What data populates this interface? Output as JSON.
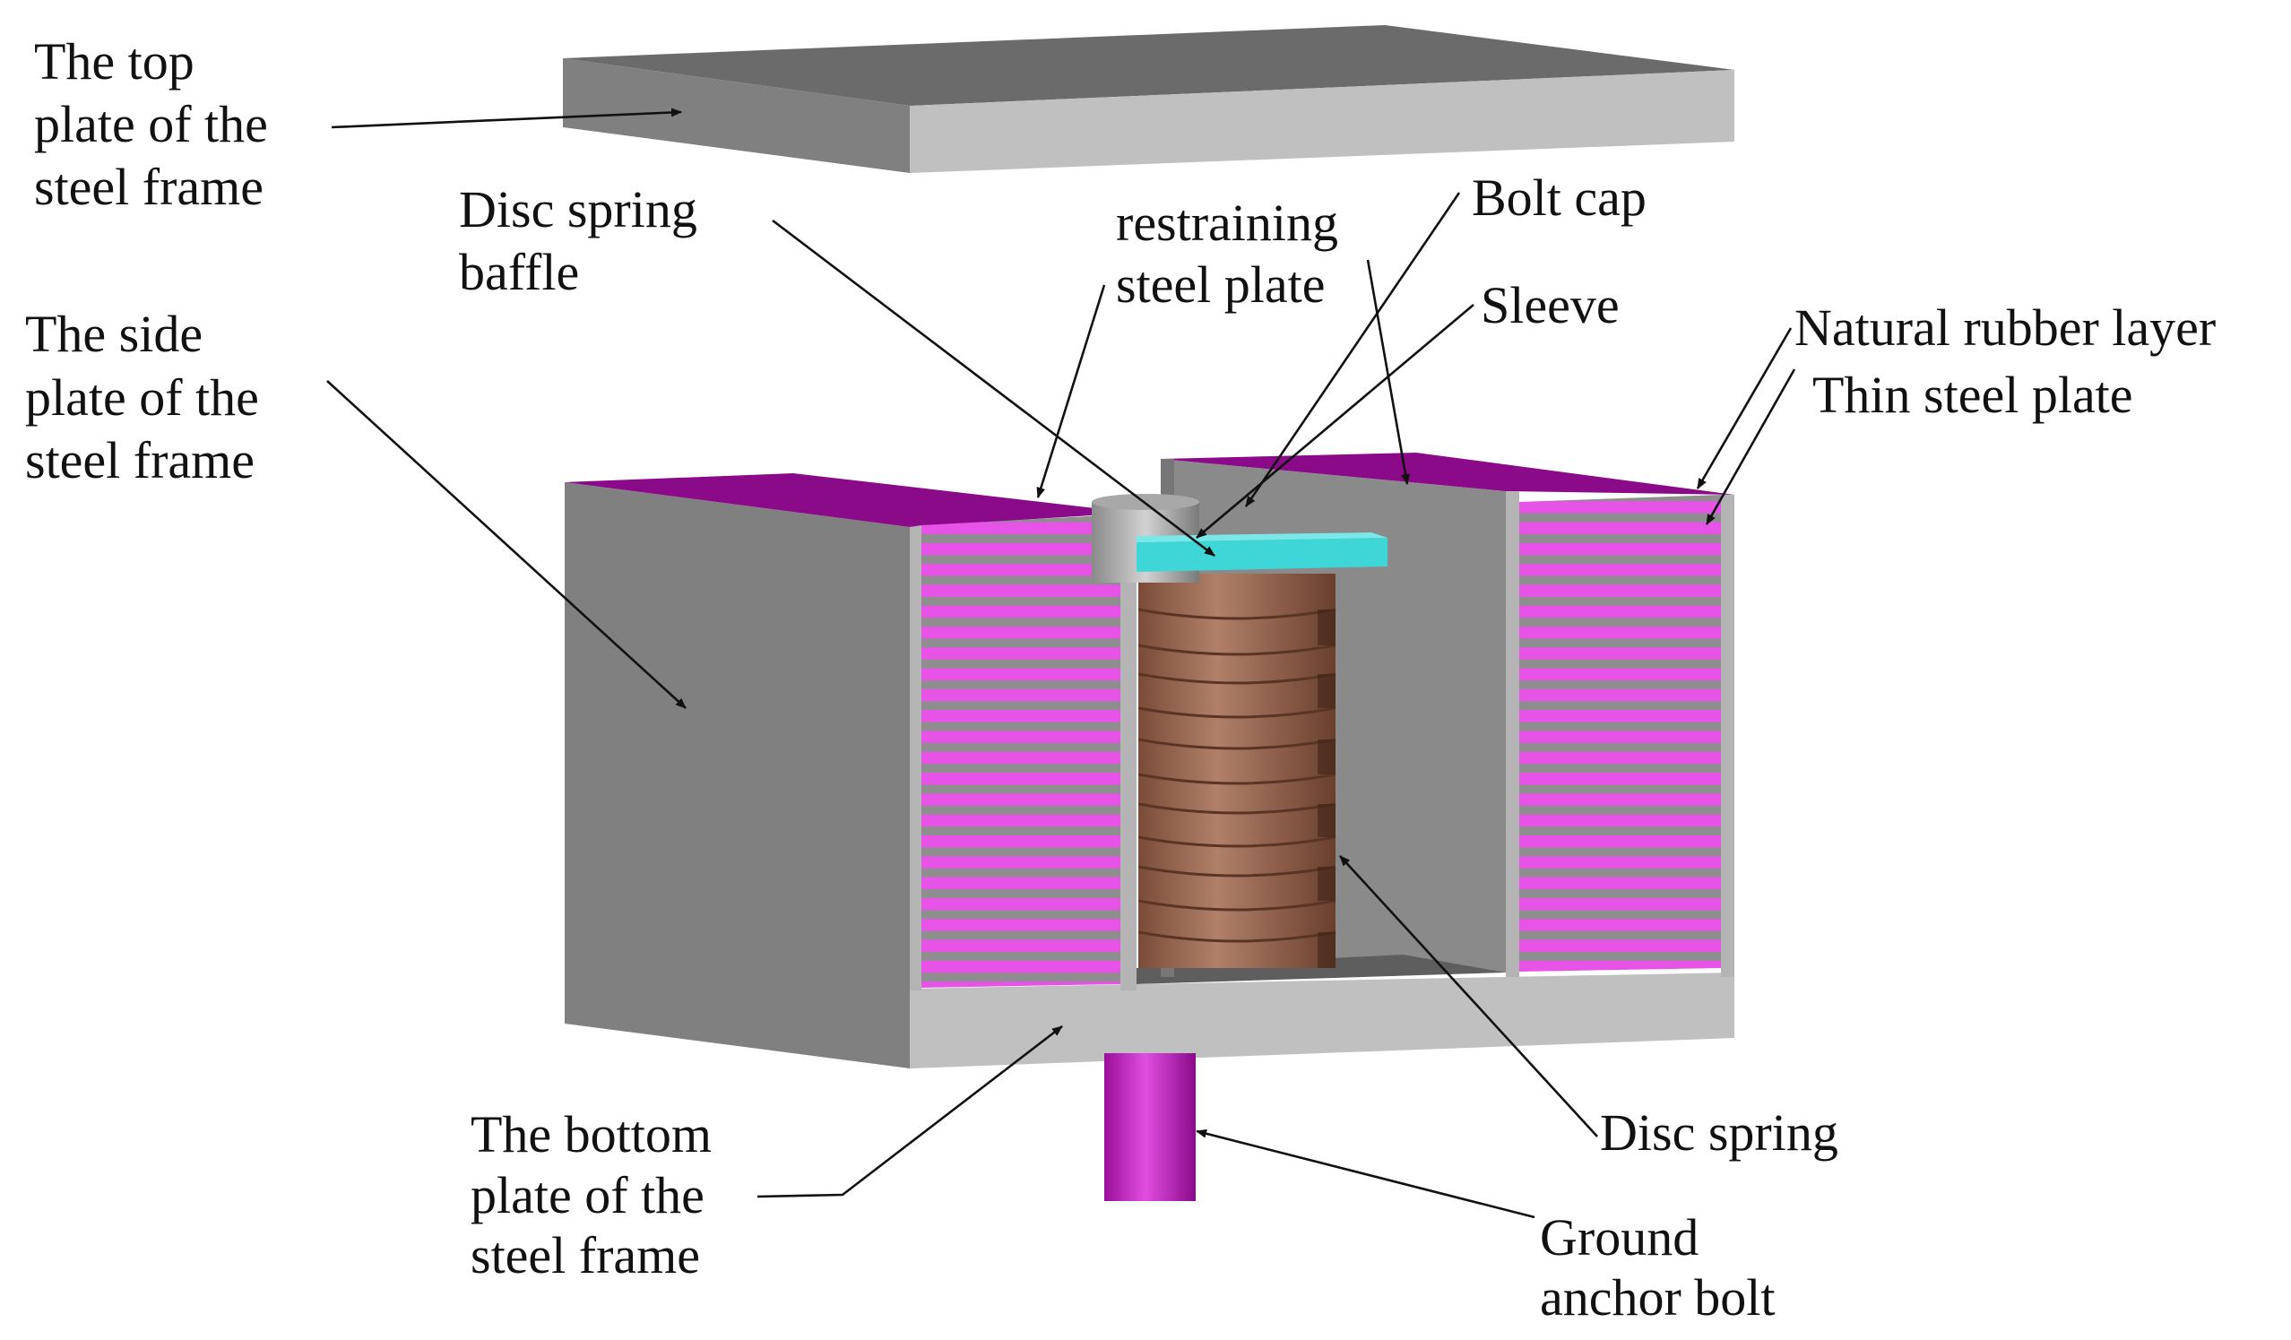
{
  "colors": {
    "steel_dark": "#6b6b6b",
    "steel_mid": "#808080",
    "steel_light": "#c0c0c0",
    "rubber_magenta": "#e653e6",
    "rubber_top": "#8a0a8a",
    "restraining_plate_cyan": "#3ed6d6",
    "disc_spring_brown": "#8a5a44",
    "anchor_bolt_magenta": "#c21ac2",
    "text": "#111111"
  },
  "labels": {
    "top_plate": [
      "The top",
      "plate of the",
      "steel frame"
    ],
    "disc_spring_baffle": [
      "Disc spring",
      "baffle"
    ],
    "restraining_steel_plate": [
      "restraining",
      "steel plate"
    ],
    "bolt_cap": [
      "Bolt cap"
    ],
    "sleeve": [
      "Sleeve"
    ],
    "natural_rubber_layer": [
      "Natural rubber layer"
    ],
    "thin_steel_plate": [
      "Thin steel plate"
    ],
    "side_plate": [
      "The side",
      "plate of the",
      "steel frame"
    ],
    "bottom_plate": [
      "The bottom",
      "plate of the",
      "steel frame"
    ],
    "disc_spring": [
      "Disc spring"
    ],
    "ground_anchor_bolt": [
      "Ground",
      "anchor bolt"
    ]
  }
}
